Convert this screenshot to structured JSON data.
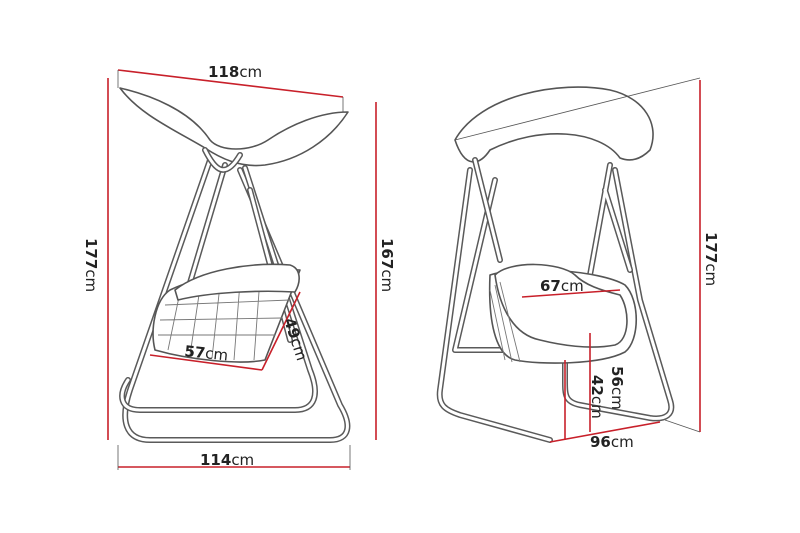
{
  "colors": {
    "dimension_line": "#c8202a",
    "outline": "#5a5a5a"
  },
  "left_view": {
    "top_width": {
      "value": "118",
      "unit": "cm"
    },
    "total_height": {
      "value": "177",
      "unit": "cm"
    },
    "rear_height": {
      "value": "167",
      "unit": "cm"
    },
    "seat_depth": {
      "value": "57",
      "unit": "cm"
    },
    "seat_back": {
      "value": "49",
      "unit": "cm"
    },
    "base_width": {
      "value": "114",
      "unit": "cm"
    }
  },
  "right_view": {
    "seat_width": {
      "value": "67",
      "unit": "cm"
    },
    "total_height": {
      "value": "177",
      "unit": "cm"
    },
    "seat_height_back": {
      "value": "56",
      "unit": "cm"
    },
    "seat_height_front": {
      "value": "42",
      "unit": "cm"
    },
    "base_depth": {
      "value": "96",
      "unit": "cm"
    }
  }
}
